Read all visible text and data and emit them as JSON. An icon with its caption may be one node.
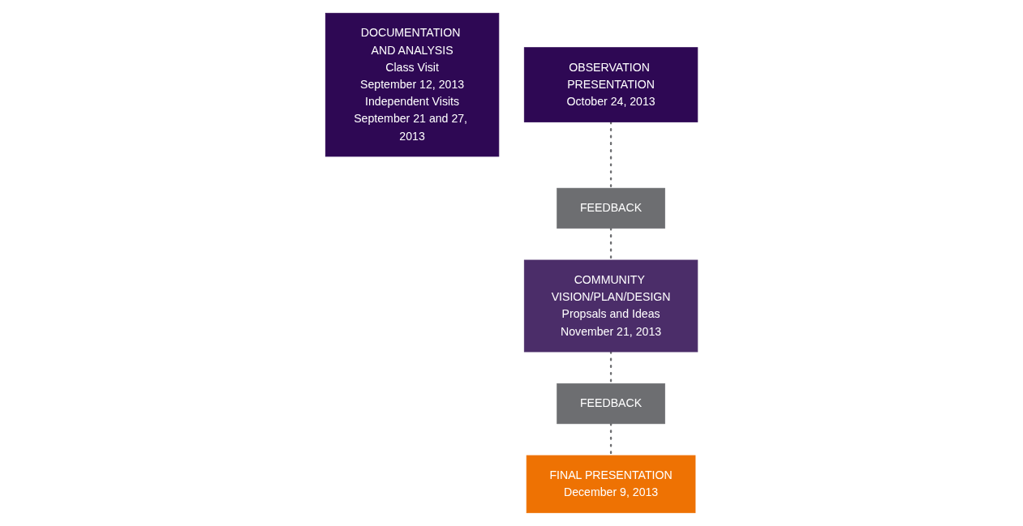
{
  "diagram": {
    "nodes": [
      {
        "text": [
          "DOCUMENTATION AND ANALYSIS",
          "Class Visit",
          "September 12, 2013",
          "Independent Visits",
          "September 21 and 27, 2013"
        ]
      },
      {
        "text": [
          "OBSERVATION PRESENTATION",
          "October 24, 2013"
        ]
      },
      {
        "text": [
          "FEEDBACK"
        ]
      },
      {
        "text": [
          "COMMUNITY VISION/PLAN/DESIGN",
          "Propsals and Ideas",
          "November 21, 2013"
        ]
      },
      {
        "text": [
          "FEEDBACK"
        ]
      },
      {
        "text": [
          "FINAL PRESENTATION",
          "December 9, 2013"
        ]
      }
    ],
    "edges": [
      {
        "from": 1,
        "to": 2,
        "arrow": "none",
        "style": "dashed"
      },
      {
        "from": 2,
        "to": 3,
        "arrow": "none",
        "style": "dashed"
      },
      {
        "from": 3,
        "to": 4,
        "arrow": "none",
        "style": "dashed"
      },
      {
        "from": 4,
        "to": 5,
        "arrow": "none",
        "style": "dashed"
      }
    ]
  }
}
